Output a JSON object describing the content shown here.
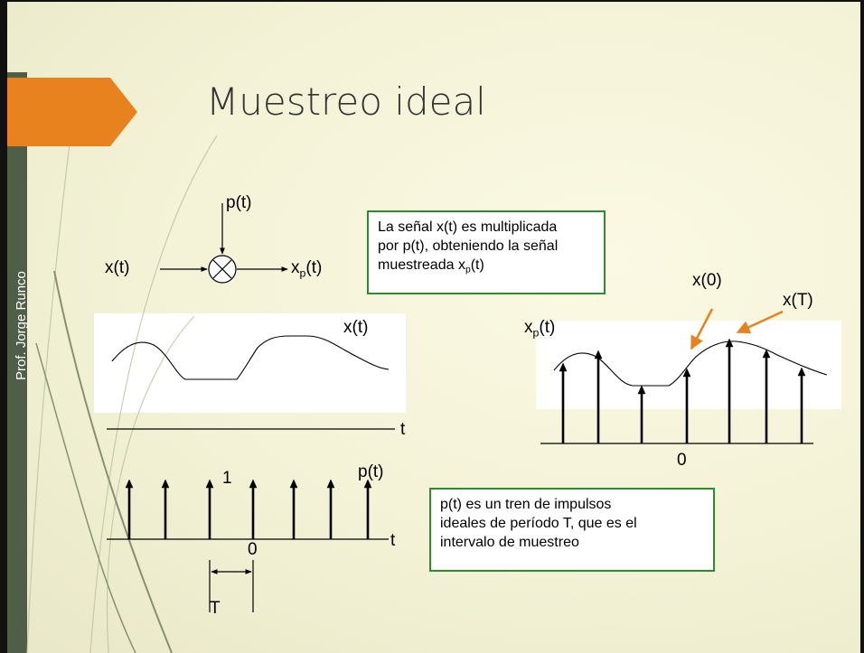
{
  "author": "Prof. Jorge Runco",
  "title": "Muestreo ideal",
  "block": {
    "input": "x(t)",
    "carrier": "p(t)",
    "output_base": "x",
    "output_sub": "p",
    "output_tail": "(t)"
  },
  "box_multiply": {
    "line1": "La señal x(t) es multiplicada",
    "line2": "por p(t), obteniendo la señal",
    "line3_pre": "muestreada x",
    "line3_sub": "p",
    "line3_post": "(t)"
  },
  "signal_plot": {
    "label": "x(t)",
    "axis": "t"
  },
  "impulse_plot": {
    "label": "p(t)",
    "amplitude": "1",
    "origin": "0",
    "axis": "t",
    "period": "T"
  },
  "sampled_plot": {
    "label_base": "x",
    "label_sub": "p",
    "label_tail": "(t)",
    "origin": "0",
    "x0_label": "x(0)",
    "xT_label": "x(T)"
  },
  "box_impulses": {
    "line1": "p(t) es un tren de impulsos",
    "line2": "ideales de período T, que es el",
    "line3": "intervalo de muestreo"
  },
  "colors": {
    "accent_orange": "#e8821e",
    "box_border": "#2e8b2e",
    "sidebar": "#4f5e46"
  }
}
